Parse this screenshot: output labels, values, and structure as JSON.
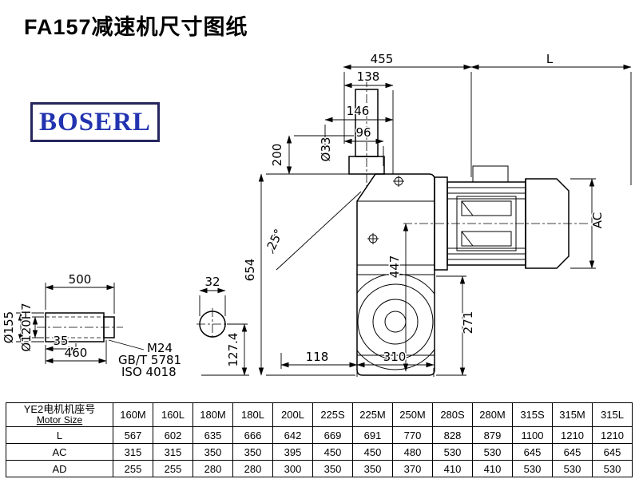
{
  "page": {
    "title": "FA157减速机尺寸图纸"
  },
  "logo": {
    "text": "BOSERL",
    "text_color": "#2233b0",
    "border_color": "#26265e"
  },
  "drawing": {
    "dims": {
      "top_width": "455",
      "motor_length": "L",
      "d138": "138",
      "d146": "146",
      "d96": "96",
      "shaft_dia": "Ø33",
      "d200": "200",
      "angle": "25°",
      "total_height": "654",
      "d447": "447",
      "motor_dia": "AC",
      "d271": "271",
      "d118": "118",
      "d310": "310",
      "shaft_len": "500",
      "d35": "35",
      "d460": "460",
      "dia155": "Ø155",
      "dia120": "Ø120H7",
      "thread": "M24",
      "std1": "GB/T 5781",
      "std2": "ISO 4018",
      "d32": "32",
      "d127": "127.4"
    }
  },
  "table": {
    "header_cn": "YE2电机机座号",
    "header_en": "Motor Size",
    "columns": [
      "160M",
      "160L",
      "180M",
      "180L",
      "200L",
      "225S",
      "225M",
      "250M",
      "280S",
      "280M",
      "315S",
      "315M",
      "315L"
    ],
    "rows": [
      {
        "label": "L",
        "values": [
          "567",
          "602",
          "635",
          "666",
          "642",
          "669",
          "691",
          "770",
          "828",
          "879",
          "1100",
          "1210",
          "1210"
        ]
      },
      {
        "label": "AC",
        "values": [
          "315",
          "315",
          "350",
          "350",
          "395",
          "450",
          "450",
          "480",
          "530",
          "530",
          "645",
          "645",
          "645"
        ]
      },
      {
        "label": "AD",
        "values": [
          "255",
          "255",
          "280",
          "280",
          "300",
          "350",
          "350",
          "370",
          "410",
          "410",
          "530",
          "530",
          "530"
        ]
      }
    ]
  }
}
